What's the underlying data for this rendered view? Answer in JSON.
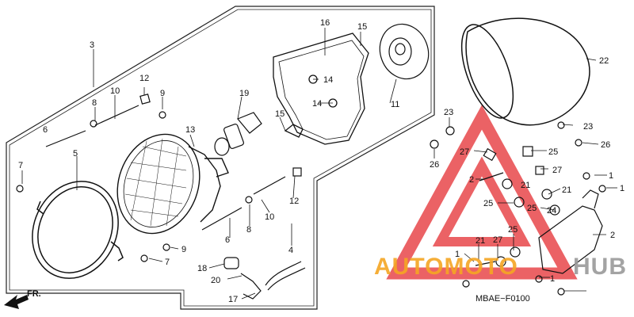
{
  "diagram": {
    "code": "MBAE−F0100",
    "direction": "FR.",
    "watermark": {
      "part1": "AUTOMOTO",
      "part2": "HUB",
      "color_orange": "#f5a623",
      "color_red": "#e8474b",
      "color_gray": "#9a9a9a"
    },
    "part_labels": [
      {
        "key": "p3",
        "text": "3"
      },
      {
        "key": "p16",
        "text": "16"
      },
      {
        "key": "p15a",
        "text": "15"
      },
      {
        "key": "p14a",
        "text": "14"
      },
      {
        "key": "p14b",
        "text": "14"
      },
      {
        "key": "p11",
        "text": "11"
      },
      {
        "key": "p12a",
        "text": "12"
      },
      {
        "key": "p10a",
        "text": "10"
      },
      {
        "key": "p8a",
        "text": "8"
      },
      {
        "key": "p9a",
        "text": "9"
      },
      {
        "key": "p6a",
        "text": "6"
      },
      {
        "key": "p13",
        "text": "13"
      },
      {
        "key": "p19",
        "text": "19"
      },
      {
        "key": "p15b",
        "text": "15"
      },
      {
        "key": "p5",
        "text": "5"
      },
      {
        "key": "p7a",
        "text": "7"
      },
      {
        "key": "p12b",
        "text": "12"
      },
      {
        "key": "p10b",
        "text": "10"
      },
      {
        "key": "p8b",
        "text": "8"
      },
      {
        "key": "p6b",
        "text": "6"
      },
      {
        "key": "p9b",
        "text": "9"
      },
      {
        "key": "p7b",
        "text": "7"
      },
      {
        "key": "p4",
        "text": "4"
      },
      {
        "key": "p18",
        "text": "18"
      },
      {
        "key": "p20",
        "text": "20"
      },
      {
        "key": "p17",
        "text": "17"
      },
      {
        "key": "p22",
        "text": "22"
      },
      {
        "key": "p23a",
        "text": "23"
      },
      {
        "key": "p23b",
        "text": "23"
      },
      {
        "key": "p26a",
        "text": "26"
      },
      {
        "key": "p26b",
        "text": "26"
      },
      {
        "key": "p27a",
        "text": "27"
      },
      {
        "key": "p25a",
        "text": "25"
      },
      {
        "key": "p27b",
        "text": "27"
      },
      {
        "key": "p2a",
        "text": "2"
      },
      {
        "key": "p21a",
        "text": "21"
      },
      {
        "key": "p21b",
        "text": "21"
      },
      {
        "key": "p1a",
        "text": "1"
      },
      {
        "key": "p1b",
        "text": "1"
      },
      {
        "key": "p25b",
        "text": "25"
      },
      {
        "key": "p25c",
        "text": "25"
      },
      {
        "key": "p25d",
        "text": "25"
      },
      {
        "key": "p24",
        "text": "24"
      },
      {
        "key": "p2b",
        "text": "2"
      },
      {
        "key": "p21c",
        "text": "21"
      },
      {
        "key": "p27c",
        "text": "27"
      },
      {
        "key": "p1c",
        "text": "1"
      },
      {
        "key": "p1d",
        "text": "1"
      }
    ]
  }
}
